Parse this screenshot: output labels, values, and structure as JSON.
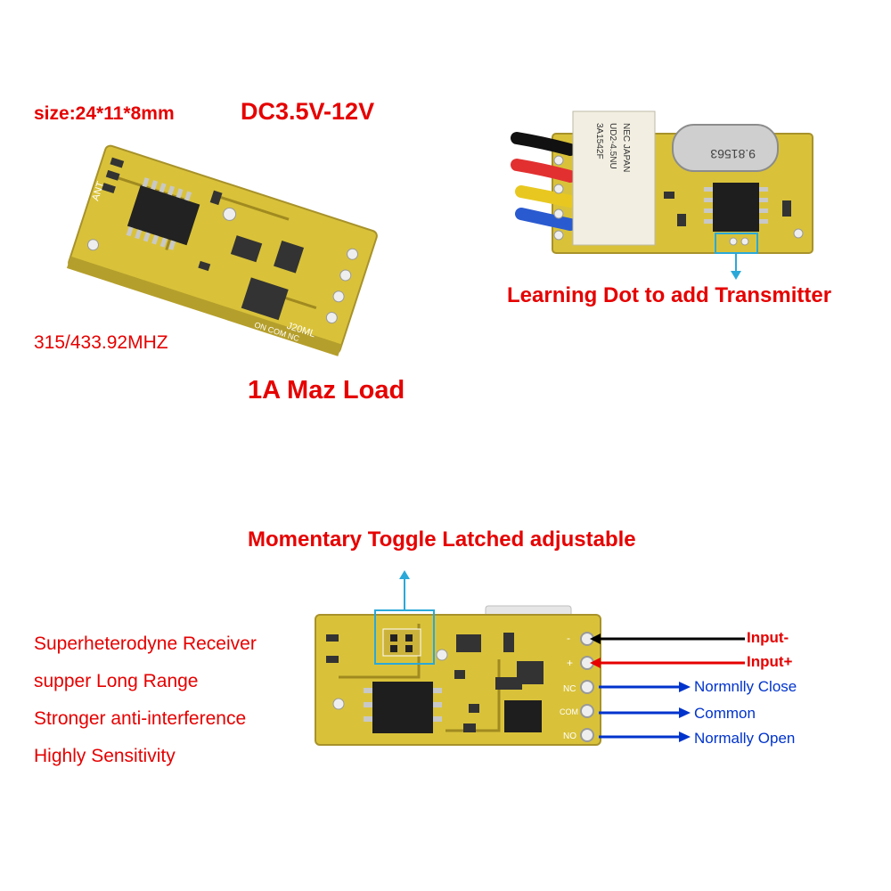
{
  "top_left": {
    "size_text": "size:24*11*8mm",
    "voltage_text": "DC3.5V-12V",
    "frequency_text": "315/433.92MHZ",
    "load_text": "1A Maz Load",
    "board_silkscreen": [
      "ANT",
      "J20ML",
      "ON COM NC"
    ]
  },
  "top_right": {
    "learning_text": "Learning Dot to add Transmitter",
    "relay_marking": [
      "NEC JAPAN",
      "UD2-4.5NU",
      "3A1542F"
    ],
    "crystal_marking": "9.81563"
  },
  "bottom": {
    "mode_text": "Momentary Toggle Latched adjustable",
    "features": [
      "Superheterodyne Receiver",
      "supper Long Range",
      "Stronger anti-interference",
      "Highly Sensitivity"
    ],
    "pins": [
      {
        "label": "Input-",
        "color": "#000000"
      },
      {
        "label": "Input+",
        "color": "#e60000"
      },
      {
        "label": "Normnlly Close",
        "color": "#0033cc"
      },
      {
        "label": "Common",
        "color": "#0033cc"
      },
      {
        "label": "Normally Open",
        "color": "#0033cc"
      }
    ],
    "board_silkscreen": [
      "-",
      "+",
      "NC",
      "COM",
      "NO"
    ]
  },
  "colors": {
    "label_red": "#e60000",
    "label_blue": "#0033cc",
    "pcb_yellow": "#d9c23a",
    "highlight_cyan": "#2aa8d8"
  }
}
